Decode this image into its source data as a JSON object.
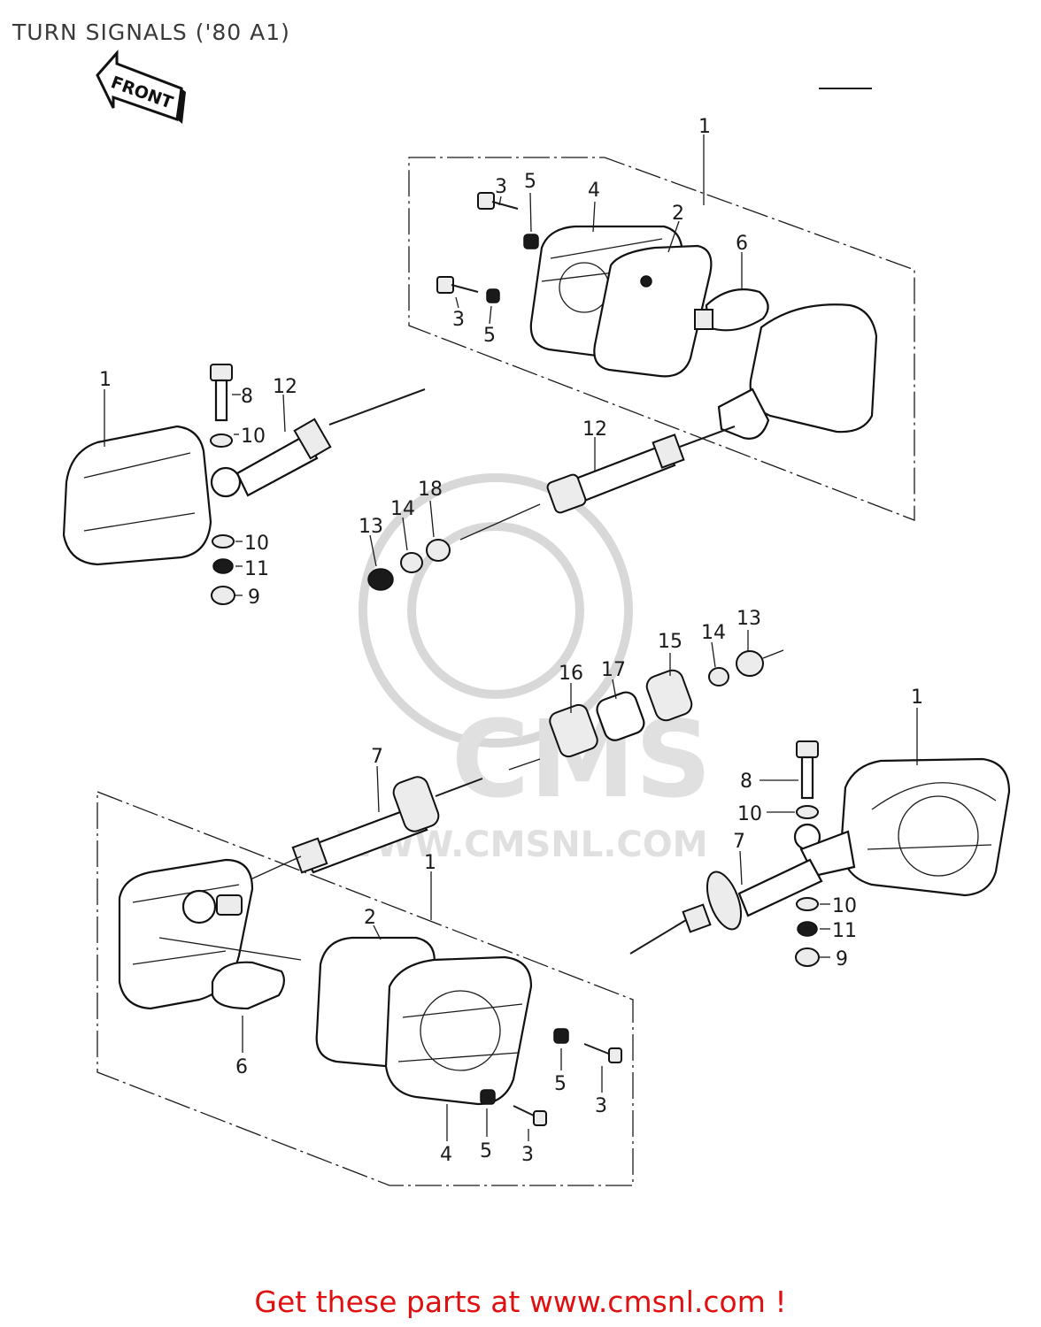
{
  "title": "TURN SIGNALS ('80 A1)",
  "front_label": "FRONT",
  "watermark": {
    "brand": "CMS",
    "url": "WWW.CMSNL.COM"
  },
  "footer": {
    "text": "Get these parts at www.cmsnl.com !",
    "color": "#e01010"
  },
  "callouts": {
    "top_box": {
      "assembly": "1",
      "screw_a": "3",
      "nut_a": "5",
      "lens": "4",
      "gasket": "2",
      "bulb": "6",
      "screw_b": "3",
      "nut_b": "5"
    },
    "left_signal": {
      "assembly": "1",
      "bolt": "8",
      "stem": "12",
      "washer_top": "10",
      "washer_bottom": "10",
      "lockwasher": "11",
      "nut": "9"
    },
    "center_stem": {
      "stem": "12",
      "nut": "13",
      "washer": "14",
      "spacer": "18"
    },
    "center_mount": {
      "grommet": "16",
      "collar": "17",
      "cushion": "15",
      "washer": "14",
      "nut": "13"
    },
    "right_signal": {
      "assembly": "1",
      "bolt": "8",
      "washer_top": "10",
      "stem": "7",
      "washer_bottom": "10",
      "lockwasher": "11",
      "nut": "9"
    },
    "bottom_stem": {
      "stem": "7"
    },
    "bottom_box": {
      "assembly": "1",
      "gasket": "2",
      "bulb": "6",
      "nut_a": "5",
      "screw_a": "3",
      "lens": "4",
      "nut_b": "5",
      "screw_b": "3"
    }
  }
}
